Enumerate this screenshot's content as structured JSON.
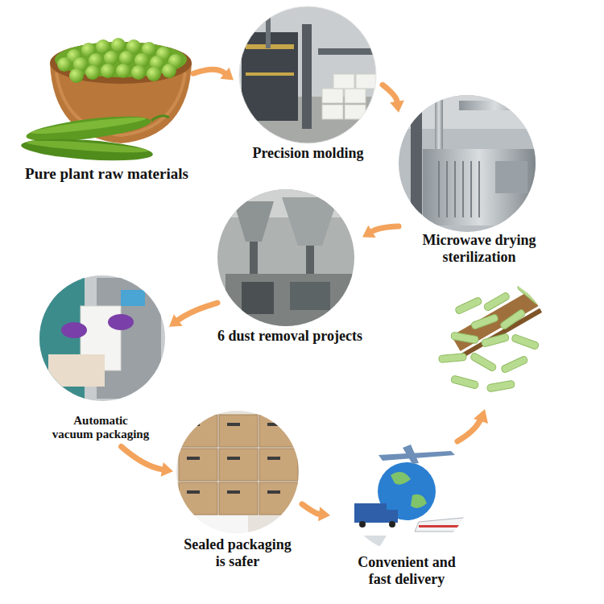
{
  "diagram": {
    "nodes": [
      {
        "text": [
          "Pure plant raw materials"
        ]
      },
      {
        "text": [
          "Precision molding"
        ]
      },
      {
        "text": [
          "Microwave drying sterilization"
        ]
      },
      {
        "text": [
          "6 dust removal projects"
        ]
      },
      {
        "text": [
          "Automatic vacuum packaging"
        ]
      },
      {
        "text": [
          "Sealed packaging is safer"
        ]
      },
      {
        "text": [
          "Convenient and fast delivery"
        ]
      }
    ],
    "edges": [
      {
        "from": 0,
        "to": 1,
        "arrow": "to"
      },
      {
        "from": 1,
        "to": 2,
        "arrow": "to"
      },
      {
        "from": 2,
        "to": 3,
        "arrow": "to"
      },
      {
        "from": 3,
        "to": 4,
        "arrow": "to"
      },
      {
        "from": 4,
        "to": 5,
        "arrow": "to"
      },
      {
        "from": 5,
        "to": 6,
        "arrow": "to"
      }
    ]
  }
}
